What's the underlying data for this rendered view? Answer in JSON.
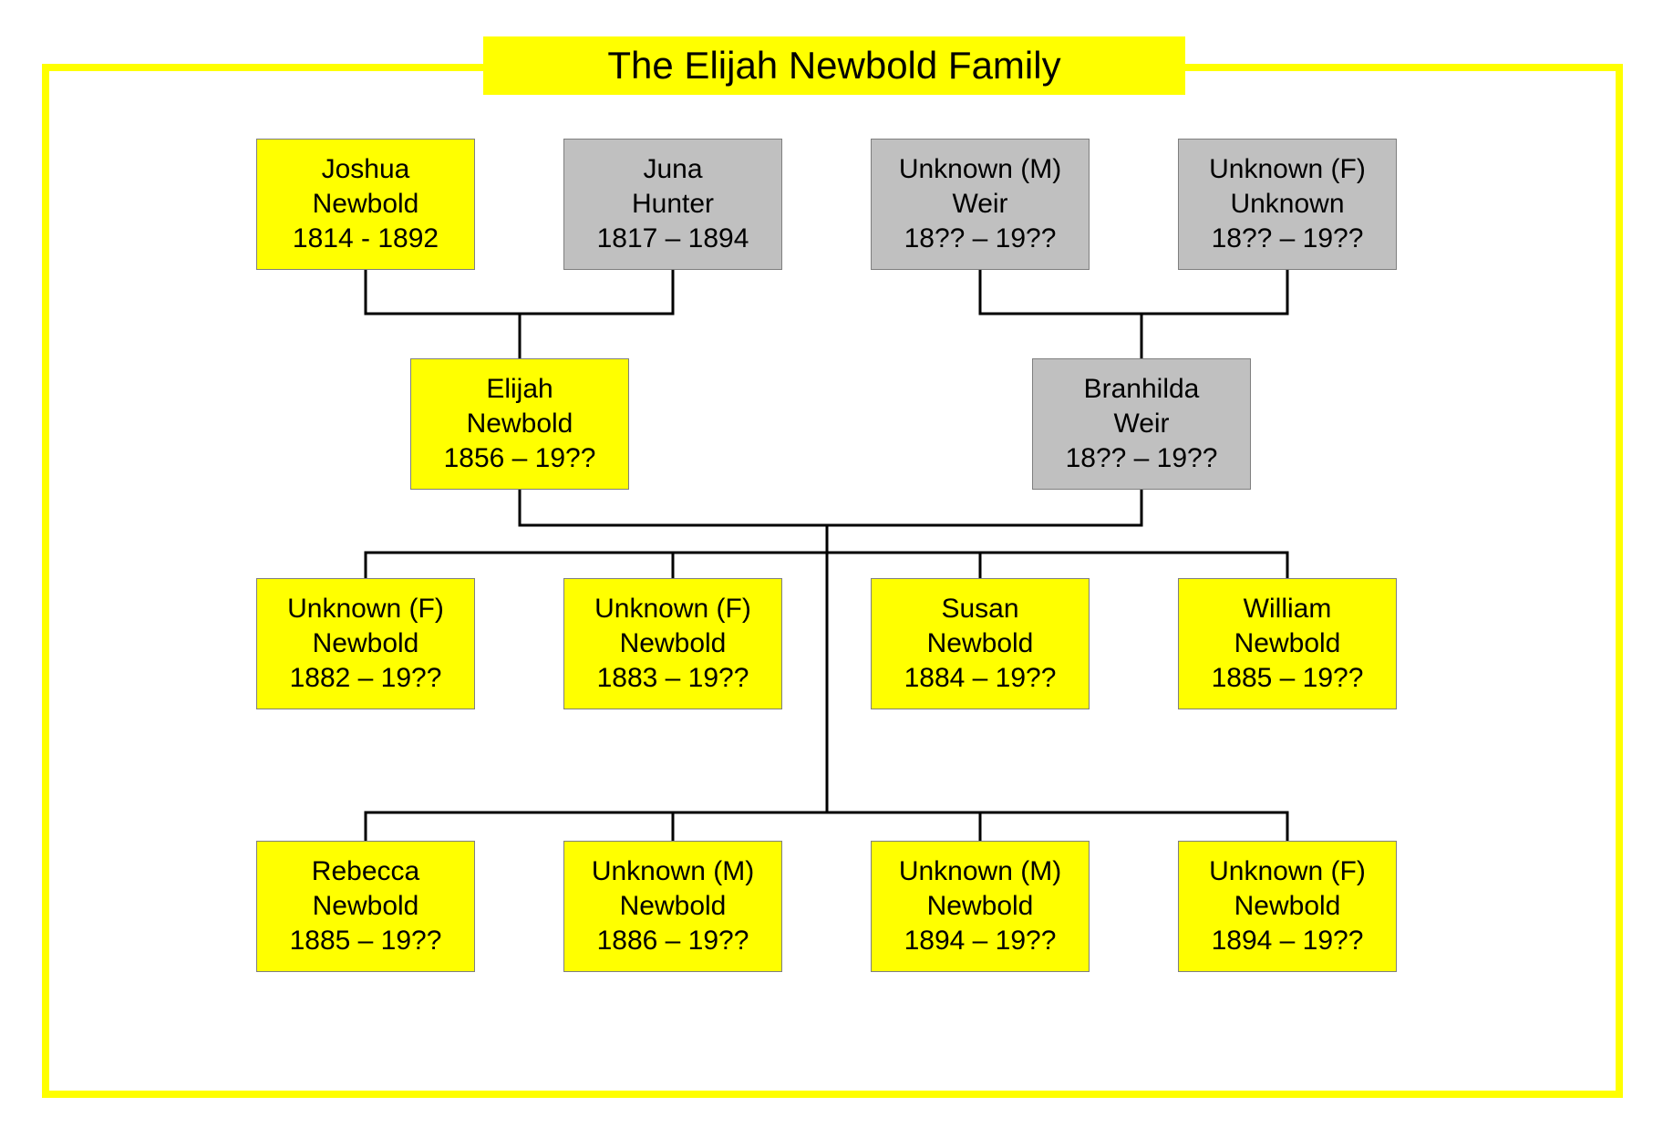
{
  "title": "The Elijah Newbold Family",
  "colors": {
    "frame": "#ffff00",
    "blood_box": "#ffff00",
    "inlaw_box": "#c0c0c0",
    "connector": "#000000"
  },
  "grandparents": [
    {
      "first": "Joshua",
      "last": "Newbold",
      "years": "1814 - 1892",
      "kind": "blood"
    },
    {
      "first": "Juna",
      "last": "Hunter",
      "years": "1817 – 1894",
      "kind": "inlaw"
    },
    {
      "first": "Unknown (M)",
      "last": "Weir",
      "years": "18?? – 19??",
      "kind": "inlaw"
    },
    {
      "first": "Unknown (F)",
      "last": "Unknown",
      "years": "18?? – 19??",
      "kind": "inlaw"
    }
  ],
  "parents": [
    {
      "first": "Elijah",
      "last": "Newbold",
      "years": "1856 – 19??",
      "kind": "blood"
    },
    {
      "first": "Branhilda",
      "last": "Weir",
      "years": "18?? – 19??",
      "kind": "inlaw"
    }
  ],
  "children": [
    {
      "first": "Unknown (F)",
      "last": "Newbold",
      "years": "1882 – 19??"
    },
    {
      "first": "Unknown (F)",
      "last": "Newbold",
      "years": "1883 – 19??"
    },
    {
      "first": "Susan",
      "last": "Newbold",
      "years": "1884 – 19??"
    },
    {
      "first": "William",
      "last": "Newbold",
      "years": "1885 – 19??"
    },
    {
      "first": "Rebecca",
      "last": "Newbold",
      "years": "1885 – 19??"
    },
    {
      "first": "Unknown (M)",
      "last": "Newbold",
      "years": "1886 – 19??"
    },
    {
      "first": "Unknown (M)",
      "last": "Newbold",
      "years": "1894 – 19??"
    },
    {
      "first": "Unknown (F)",
      "last": "Newbold",
      "years": "1894 – 19??"
    }
  ]
}
